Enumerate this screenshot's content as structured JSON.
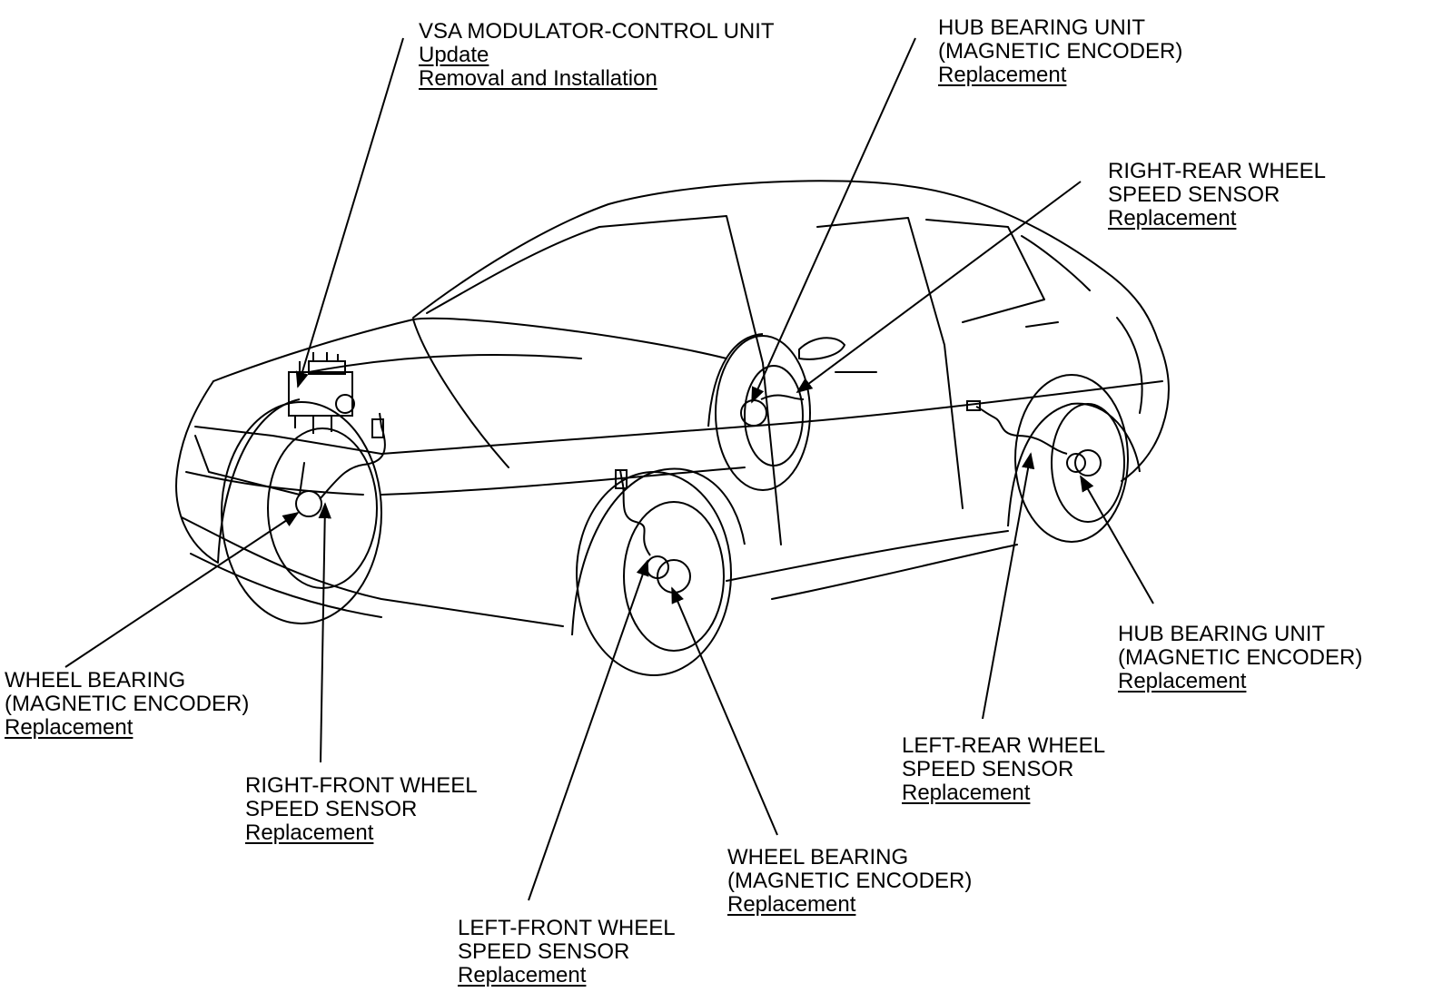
{
  "callouts": {
    "vsa": {
      "title": "VSA MODULATOR-CONTROL UNIT",
      "links": [
        "Update",
        "Removal and Installation"
      ]
    },
    "hub_bearing_rear_right": {
      "title_lines": [
        "HUB BEARING UNIT",
        "(MAGNETIC ENCODER)"
      ],
      "link": "Replacement"
    },
    "rr_sensor": {
      "title_lines": [
        "RIGHT-REAR WHEEL",
        "SPEED SENSOR"
      ],
      "link": "Replacement"
    },
    "wheel_bearing_front_right": {
      "title_lines": [
        "WHEEL BEARING",
        "(MAGNETIC ENCODER)"
      ],
      "link": "Replacement"
    },
    "rf_sensor": {
      "title_lines": [
        "RIGHT-FRONT WHEEL",
        "SPEED SENSOR"
      ],
      "link": "Replacement"
    },
    "hub_bearing_rear_left": {
      "title_lines": [
        "HUB BEARING UNIT",
        "(MAGNETIC ENCODER)"
      ],
      "link": "Replacement"
    },
    "lr_sensor": {
      "title_lines": [
        "LEFT-REAR WHEEL",
        "SPEED SENSOR"
      ],
      "link": "Replacement"
    },
    "wheel_bearing_front_left": {
      "title_lines": [
        "WHEEL BEARING",
        "(MAGNETIC ENCODER)"
      ],
      "link": "Replacement"
    },
    "lf_sensor": {
      "title_lines": [
        "LEFT-FRONT WHEEL",
        "SPEED SENSOR"
      ],
      "link": "Replacement"
    }
  },
  "colors": {
    "line": "#000000",
    "background": "#ffffff"
  }
}
